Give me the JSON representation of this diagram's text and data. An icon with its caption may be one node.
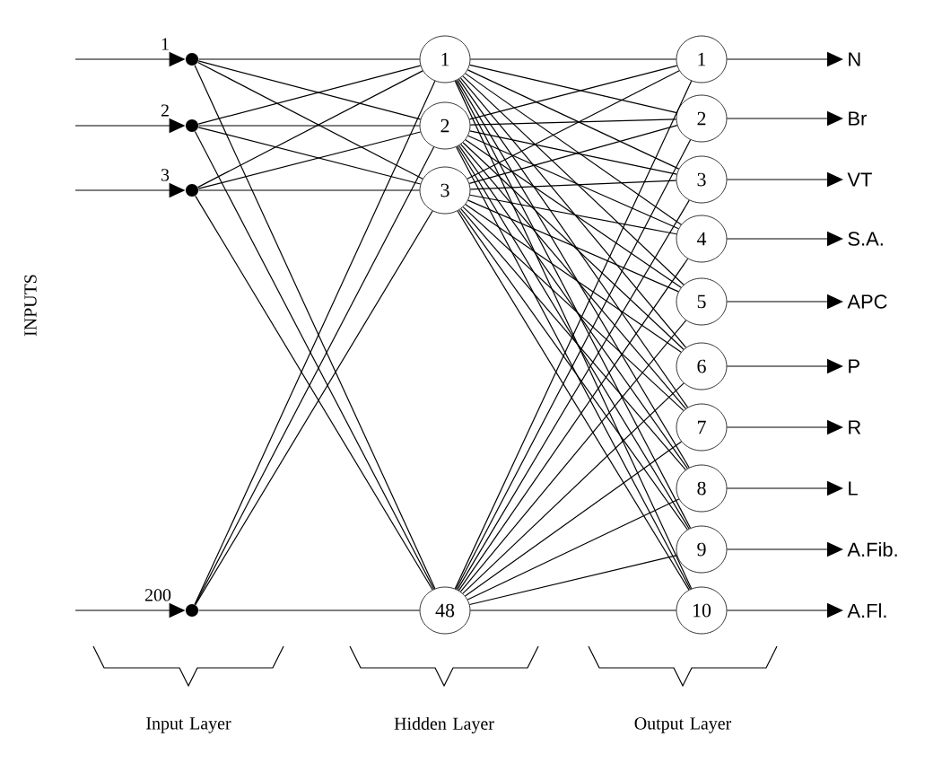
{
  "diagram": {
    "nodes": [
      {
        "text": [],
        "shape": "circle",
        "beside": [
          "1"
        ]
      },
      {
        "text": [],
        "shape": "circle",
        "beside": [
          "2"
        ]
      },
      {
        "text": [],
        "shape": "circle",
        "beside": [
          "3"
        ]
      },
      {
        "text": [],
        "shape": "circle",
        "beside": [
          "200"
        ]
      },
      {
        "text": [
          "1"
        ]
      },
      {
        "text": [
          "2"
        ]
      },
      {
        "text": [
          "3"
        ]
      },
      {
        "text": [
          "48"
        ]
      },
      {
        "text": [
          "1"
        ]
      },
      {
        "text": [
          "2"
        ]
      },
      {
        "text": [
          "3"
        ]
      },
      {
        "text": [
          "4"
        ]
      },
      {
        "text": [
          "5"
        ]
      },
      {
        "text": [
          "6"
        ]
      },
      {
        "text": [
          "7"
        ]
      },
      {
        "text": [
          "8"
        ]
      },
      {
        "text": [
          "9"
        ]
      },
      {
        "text": [
          "10"
        ]
      },
      {
        "text": [
          "N"
        ]
      },
      {
        "text": [
          "Br"
        ]
      },
      {
        "text": [
          "VT"
        ]
      },
      {
        "text": [
          "S.A."
        ]
      },
      {
        "text": [
          "APC"
        ]
      },
      {
        "text": [
          "P"
        ]
      },
      {
        "text": [
          "R"
        ]
      },
      {
        "text": [
          "L"
        ]
      },
      {
        "text": [
          "A.Fib."
        ]
      },
      {
        "text": [
          "A.Fl."
        ]
      }
    ],
    "edges": [
      {
        "from": null,
        "to": 0,
        "arrow": "to"
      },
      {
        "from": null,
        "to": 1,
        "arrow": "to"
      },
      {
        "from": null,
        "to": 2,
        "arrow": "to"
      },
      {
        "from": null,
        "to": 3,
        "arrow": "to"
      },
      {
        "from": 0,
        "to": 4,
        "arrow": "none"
      },
      {
        "from": 0,
        "to": 5,
        "arrow": "none"
      },
      {
        "from": 0,
        "to": 6,
        "arrow": "none"
      },
      {
        "from": 0,
        "to": 7,
        "arrow": "none"
      },
      {
        "from": 1,
        "to": 4,
        "arrow": "none"
      },
      {
        "from": 1,
        "to": 5,
        "arrow": "none"
      },
      {
        "from": 1,
        "to": 6,
        "arrow": "none"
      },
      {
        "from": 1,
        "to": 7,
        "arrow": "none"
      },
      {
        "from": 2,
        "to": 4,
        "arrow": "none"
      },
      {
        "from": 2,
        "to": 5,
        "arrow": "none"
      },
      {
        "from": 2,
        "to": 6,
        "arrow": "none"
      },
      {
        "from": 2,
        "to": 7,
        "arrow": "none"
      },
      {
        "from": 3,
        "to": 4,
        "arrow": "none"
      },
      {
        "from": 3,
        "to": 5,
        "arrow": "none"
      },
      {
        "from": 3,
        "to": 6,
        "arrow": "none"
      },
      {
        "from": 3,
        "to": 7,
        "arrow": "none"
      },
      {
        "from": 4,
        "to": 8,
        "arrow": "none"
      },
      {
        "from": 4,
        "to": 9,
        "arrow": "none"
      },
      {
        "from": 4,
        "to": 10,
        "arrow": "none"
      },
      {
        "from": 4,
        "to": 11,
        "arrow": "none"
      },
      {
        "from": 4,
        "to": 12,
        "arrow": "none"
      },
      {
        "from": 4,
        "to": 13,
        "arrow": "none"
      },
      {
        "from": 4,
        "to": 14,
        "arrow": "none"
      },
      {
        "from": 4,
        "to": 15,
        "arrow": "none"
      },
      {
        "from": 4,
        "to": 16,
        "arrow": "none"
      },
      {
        "from": 4,
        "to": 17,
        "arrow": "none"
      },
      {
        "from": 5,
        "to": 8,
        "arrow": "none"
      },
      {
        "from": 5,
        "to": 9,
        "arrow": "none"
      },
      {
        "from": 5,
        "to": 10,
        "arrow": "none"
      },
      {
        "from": 5,
        "to": 11,
        "arrow": "none"
      },
      {
        "from": 5,
        "to": 12,
        "arrow": "none"
      },
      {
        "from": 5,
        "to": 13,
        "arrow": "none"
      },
      {
        "from": 5,
        "to": 14,
        "arrow": "none"
      },
      {
        "from": 5,
        "to": 15,
        "arrow": "none"
      },
      {
        "from": 5,
        "to": 16,
        "arrow": "none"
      },
      {
        "from": 5,
        "to": 17,
        "arrow": "none"
      },
      {
        "from": 6,
        "to": 8,
        "arrow": "none"
      },
      {
        "from": 6,
        "to": 9,
        "arrow": "none"
      },
      {
        "from": 6,
        "to": 10,
        "arrow": "none"
      },
      {
        "from": 6,
        "to": 11,
        "arrow": "none"
      },
      {
        "from": 6,
        "to": 12,
        "arrow": "none"
      },
      {
        "from": 6,
        "to": 13,
        "arrow": "none"
      },
      {
        "from": 6,
        "to": 14,
        "arrow": "none"
      },
      {
        "from": 6,
        "to": 15,
        "arrow": "none"
      },
      {
        "from": 6,
        "to": 16,
        "arrow": "none"
      },
      {
        "from": 6,
        "to": 17,
        "arrow": "none"
      },
      {
        "from": 7,
        "to": 8,
        "arrow": "none"
      },
      {
        "from": 7,
        "to": 9,
        "arrow": "none"
      },
      {
        "from": 7,
        "to": 10,
        "arrow": "none"
      },
      {
        "from": 7,
        "to": 11,
        "arrow": "none"
      },
      {
        "from": 7,
        "to": 12,
        "arrow": "none"
      },
      {
        "from": 7,
        "to": 13,
        "arrow": "none"
      },
      {
        "from": 7,
        "to": 14,
        "arrow": "none"
      },
      {
        "from": 7,
        "to": 15,
        "arrow": "none"
      },
      {
        "from": 7,
        "to": 16,
        "arrow": "none"
      },
      {
        "from": 7,
        "to": 17,
        "arrow": "none"
      },
      {
        "from": 8,
        "to": 18,
        "arrow": "to"
      },
      {
        "from": 9,
        "to": 19,
        "arrow": "to"
      },
      {
        "from": 10,
        "to": 20,
        "arrow": "to"
      },
      {
        "from": 11,
        "to": 21,
        "arrow": "to"
      },
      {
        "from": 12,
        "to": 22,
        "arrow": "to"
      },
      {
        "from": 13,
        "to": 23,
        "arrow": "to"
      },
      {
        "from": 14,
        "to": 24,
        "arrow": "to"
      },
      {
        "from": 15,
        "to": 25,
        "arrow": "to"
      },
      {
        "from": 16,
        "to": 26,
        "arrow": "to"
      },
      {
        "from": 17,
        "to": 27,
        "arrow": "to"
      }
    ],
    "labels": [
      "INPUTS",
      "Input Layer",
      "Hidden Layer",
      "Output Layer"
    ]
  }
}
